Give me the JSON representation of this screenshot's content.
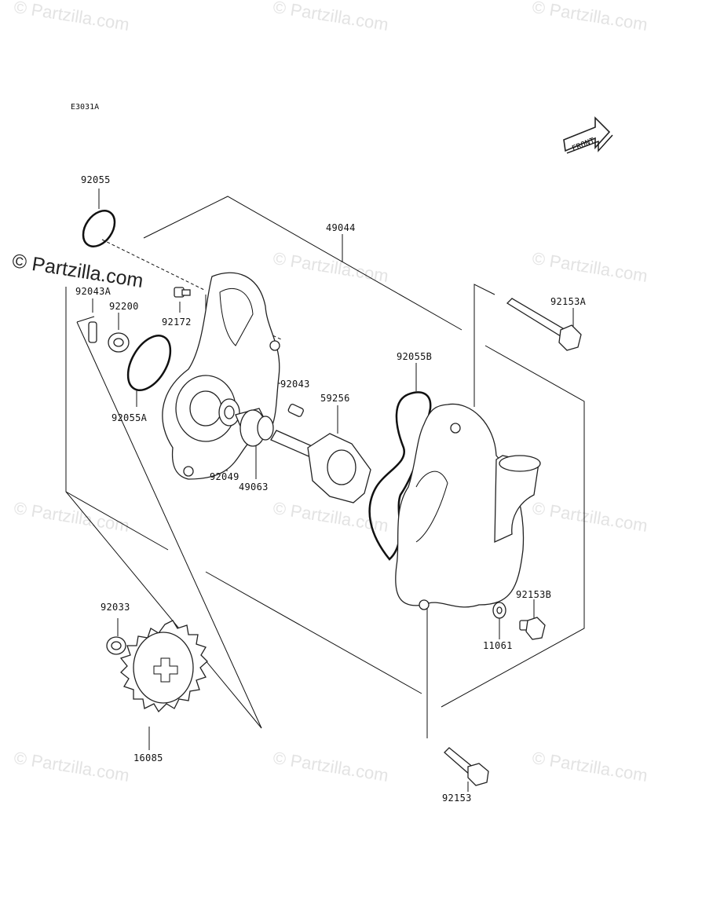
{
  "diagram": {
    "code": "E3031A",
    "front_arrow_text": "FRONT",
    "watermark_text": "© Partzilla.com",
    "labels": {
      "p92055": "92055",
      "p49044": "49044",
      "p92043A": "92043A",
      "p92200": "92200",
      "p92172": "92172",
      "p92153A": "92153A",
      "p92055B": "92055B",
      "p92043": "92043",
      "p59256": "59256",
      "p92055A": "92055A",
      "p92049": "92049",
      "p49063": "49063",
      "p92033": "92033",
      "p92153B": "92153B",
      "p11061": "11061",
      "p16085": "16085",
      "p92153": "92153"
    }
  }
}
